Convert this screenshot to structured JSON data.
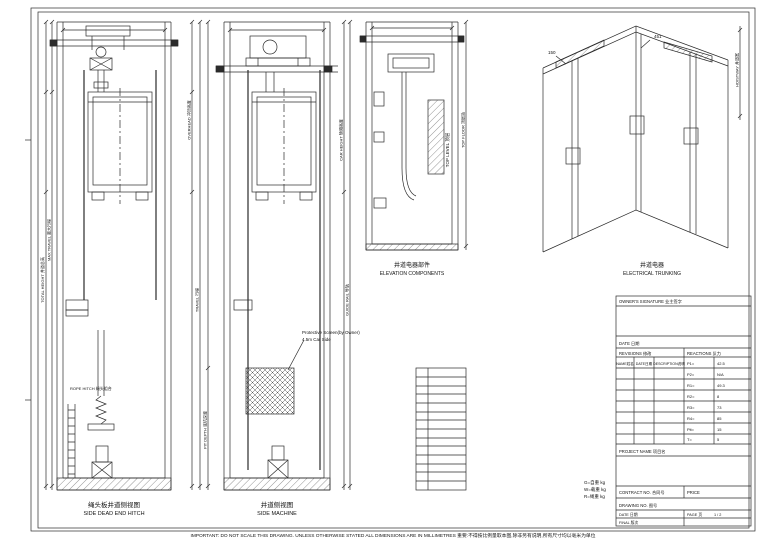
{
  "sheet": {
    "bottom_note": "IMPORTANT: DO NOT SCALE THIS DRAWING. UNLESS OTHERWISE STATED ALL DIMENSIONS ARE IN MILLIMETRES 重要:不得按比例量取本图,除非另有说明,所有尺寸均以毫米为单位",
    "weights": [
      "G=自重 kg",
      "W=载重 kg",
      "R=绳重 kg"
    ]
  },
  "views": {
    "dead_end": {
      "caption_cn": "绳头板井道侧视图",
      "caption_en": "SIDE DEAD END HITCH",
      "note": "ROPE HITCH 绳头组合"
    },
    "machine": {
      "caption_cn": "井道侧视图",
      "caption_en": "SIDE MACHINE",
      "note1": "Protective Screen(by Owner)",
      "note2": "4.5m Car Side"
    },
    "components": {
      "caption_cn": "井道电器部件",
      "caption_en": "ELEVATION COMPONENTS",
      "top_level": "TOP LEVEL 顶层"
    },
    "trunking": {
      "caption_cn": "井道电器",
      "caption_en": "ELECTRICAL TRUNKING"
    }
  },
  "dims": {
    "labels": [
      "TOTAL HEIGHT 井道总高",
      "MAX TRAVEL 最大行程",
      "OVERHEAD 冲顶高度",
      "TRAVEL 行程",
      "PIT DEPTH 底坑深度",
      "CAR HEIGHT 轿厢高度",
      "GUIDE RAIL 导轨",
      "TOP FLOOR 顶层站",
      "HOISTWAY 井道宽"
    ],
    "numbers": [
      "451",
      "150"
    ]
  },
  "titleblock": {
    "owners_signature": "OWNER'S SIGNATURE 业主签字",
    "date_label": "DATE 日期",
    "revisions_label": "REVISIONS 修改",
    "reactions_label": "REACTIONS 反力",
    "rev_cols": [
      "NAME姓名",
      "DATE日期",
      "DESCRIPTION说明"
    ],
    "reaction_rows": [
      [
        "P1=",
        "42.5"
      ],
      [
        "P2=",
        "N/A"
      ],
      [
        "R1=",
        "49.3"
      ],
      [
        "R2=",
        "8"
      ],
      [
        "R3=",
        "73"
      ],
      [
        "R4=",
        "85"
      ],
      [
        "Pit=",
        "15"
      ],
      [
        "T=",
        "5"
      ]
    ],
    "project_name_label": "PROJECT NAME 项目名",
    "contract_label": "CONTRACT NO. 合同号",
    "price_label": "PRICE",
    "drawing_no_label": "DRAWING NO. 图号",
    "date2_label": "DATE 日期",
    "pages_label": "PAGE 页",
    "pages_value": "1 / 2",
    "final_label": "FINAL 版次"
  }
}
